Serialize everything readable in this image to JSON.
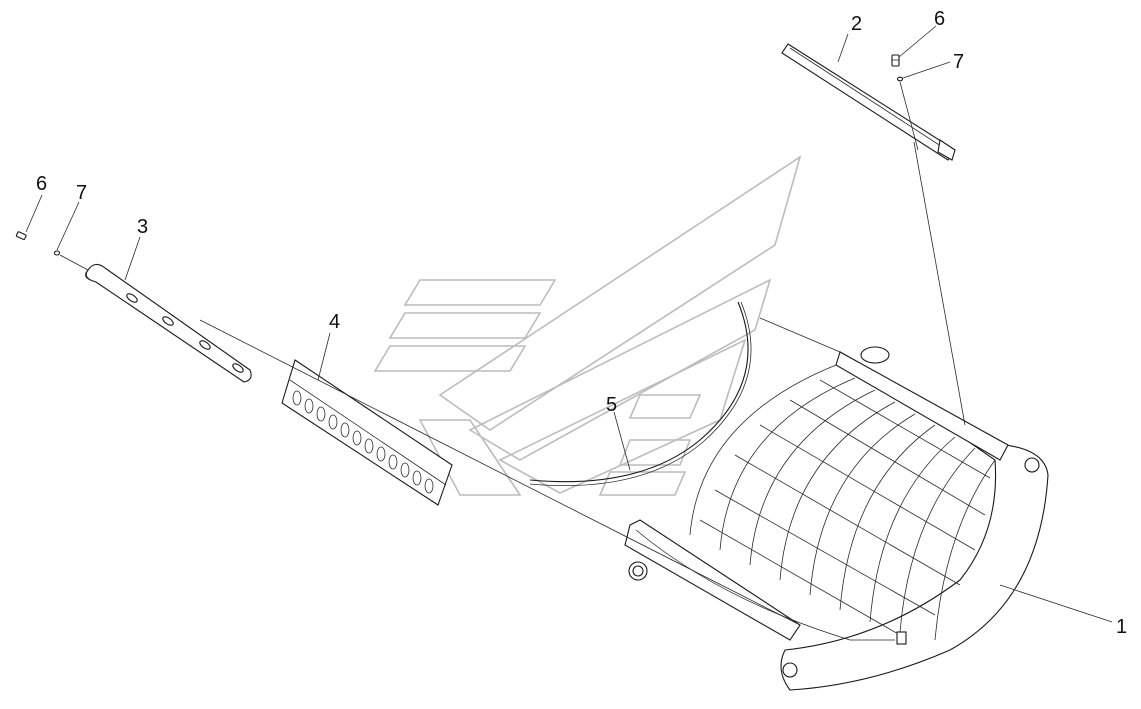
{
  "colors": {
    "line": "#1a1a1a",
    "watermark": "#bcbcbc",
    "background": "#ffffff"
  },
  "callouts": {
    "c1": "1",
    "c2": "2",
    "c3": "3",
    "c4": "4",
    "c5": "5",
    "c6a": "6",
    "c7a": "7",
    "c6b": "6",
    "c7b": "7"
  }
}
